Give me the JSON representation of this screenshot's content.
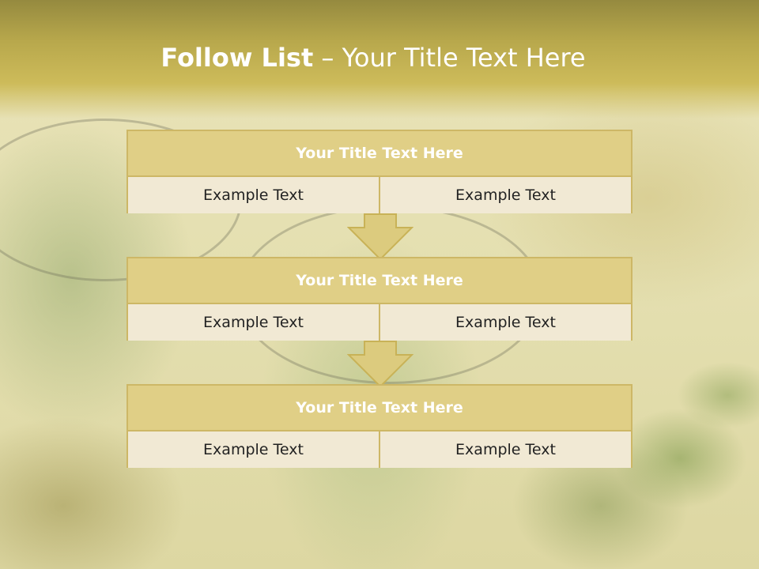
{
  "header": {
    "title_bold": "Follow List",
    "title_rest": " – Your Title Text Here"
  },
  "blocks": [
    {
      "title": "Your Title Text Here",
      "cells": [
        "Example Text",
        "Example Text"
      ]
    },
    {
      "title": "Your Title Text Here",
      "cells": [
        "Example Text",
        "Example Text"
      ]
    },
    {
      "title": "Your Title Text Here",
      "cells": [
        "Example Text",
        "Example Text"
      ]
    }
  ],
  "colors": {
    "header_top": "#958a3f",
    "header_bottom": "#cdbb5a",
    "block_header": "#e0cf86",
    "block_border": "#cdb766",
    "cell_bg": "#f1e9d4",
    "arrow_fill": "#dccb7e"
  },
  "icons": [
    "down-arrow-icon",
    "down-arrow-icon"
  ]
}
